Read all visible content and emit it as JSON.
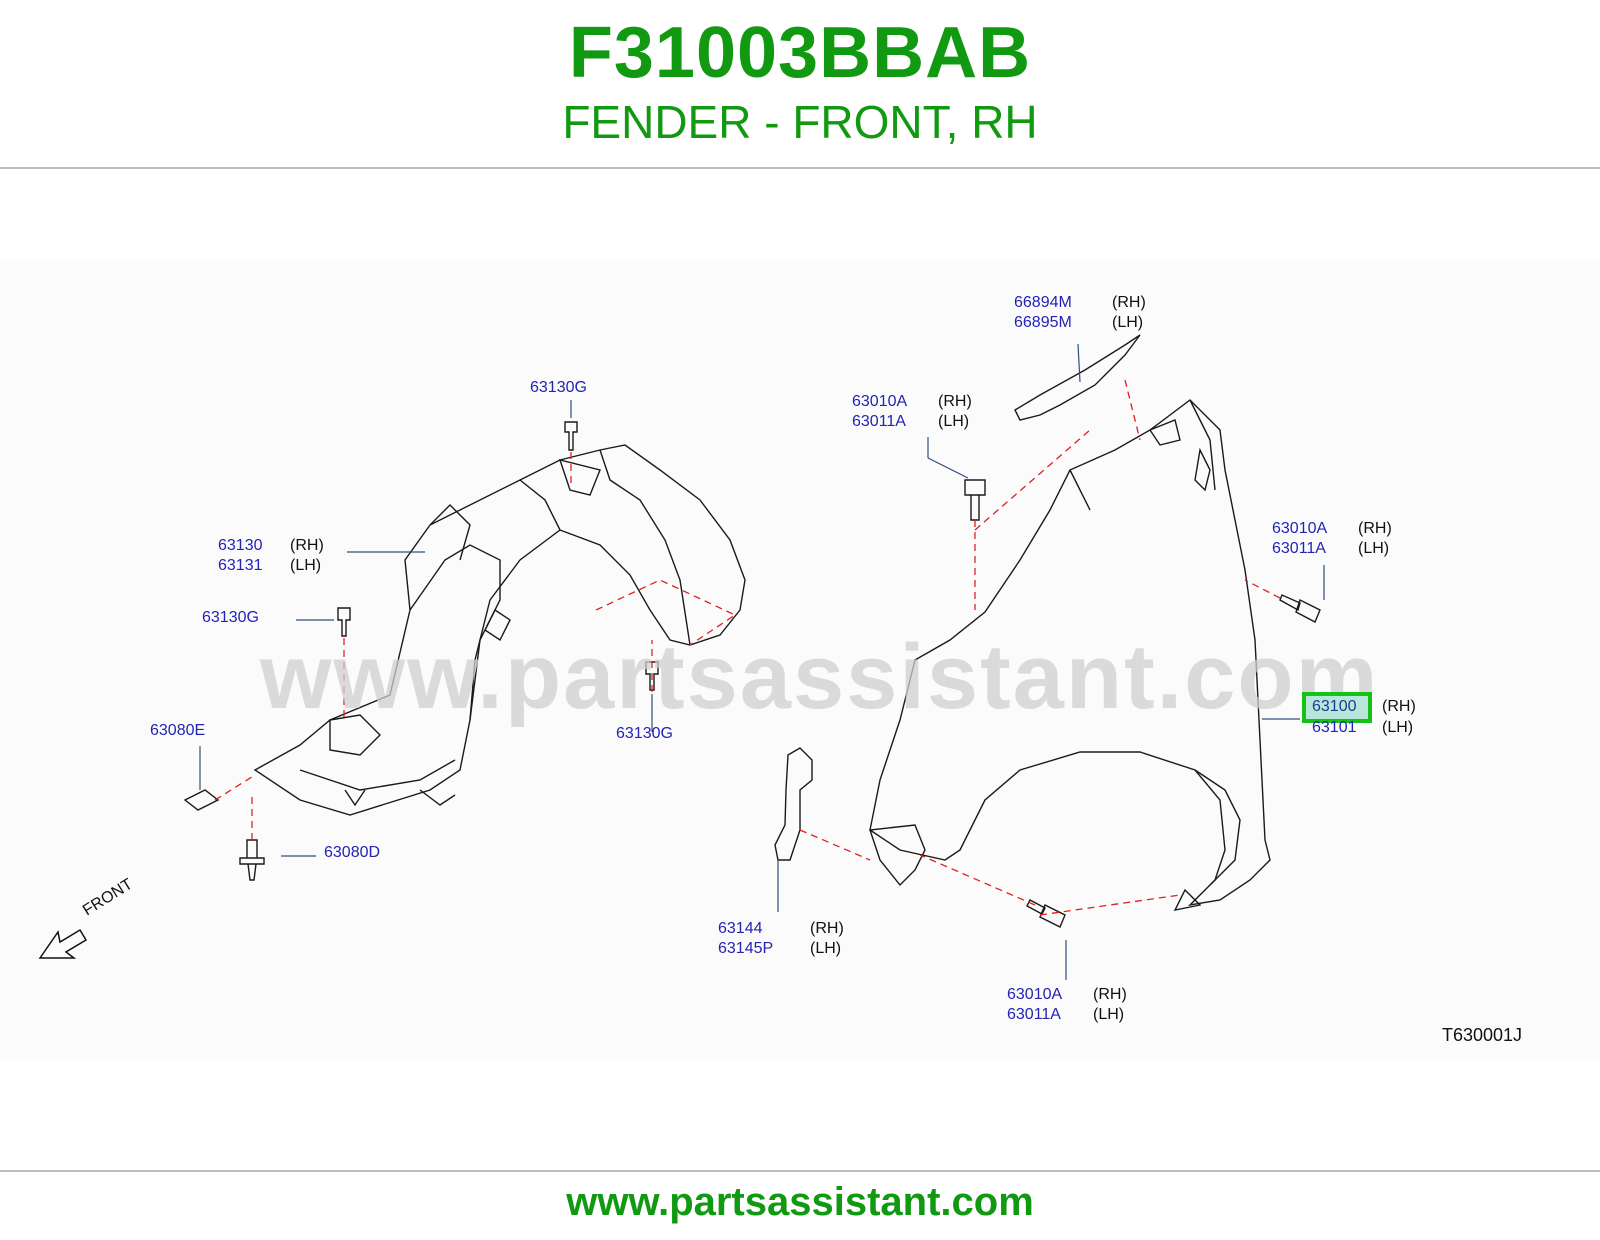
{
  "header": {
    "part_number": "F31003BBAB",
    "description": "FENDER - FRONT, RH"
  },
  "footer": {
    "url": "www.partsassistant.com"
  },
  "watermark": "www.partsassistant.com",
  "diagram_code": "T630001J",
  "front_label": "FRONT",
  "callouts": {
    "c66894": {
      "a": "66894M",
      "b": "66895M",
      "ra": "(RH)",
      "rb": "(LH)"
    },
    "c63010_top": {
      "a": "63010A",
      "b": "63011A",
      "ra": "(RH)",
      "rb": "(LH)"
    },
    "c63010_right": {
      "a": "63010A",
      "b": "63011A",
      "ra": "(RH)",
      "rb": "(LH)"
    },
    "c63100": {
      "a": "63100",
      "b": "63101",
      "ra": "(RH)",
      "rb": "(LH)"
    },
    "c63144": {
      "a": "63144",
      "b": "63145P",
      "ra": "(RH)",
      "rb": "(LH)"
    },
    "c63010_bottom": {
      "a": "63010A",
      "b": "63011A",
      "ra": "(RH)",
      "rb": "(LH)"
    },
    "c63130": {
      "a": "63130",
      "b": "63131",
      "ra": "(RH)",
      "rb": "(LH)"
    },
    "c63130g_top": "63130G",
    "c63130g_left": "63130G",
    "c63130g_mid": "63130G",
    "c63080e": "63080E",
    "c63080d": "63080D"
  },
  "colors": {
    "brand_green": "#119911",
    "callout_blue": "#2323b5",
    "highlight_green": "#17c117"
  }
}
